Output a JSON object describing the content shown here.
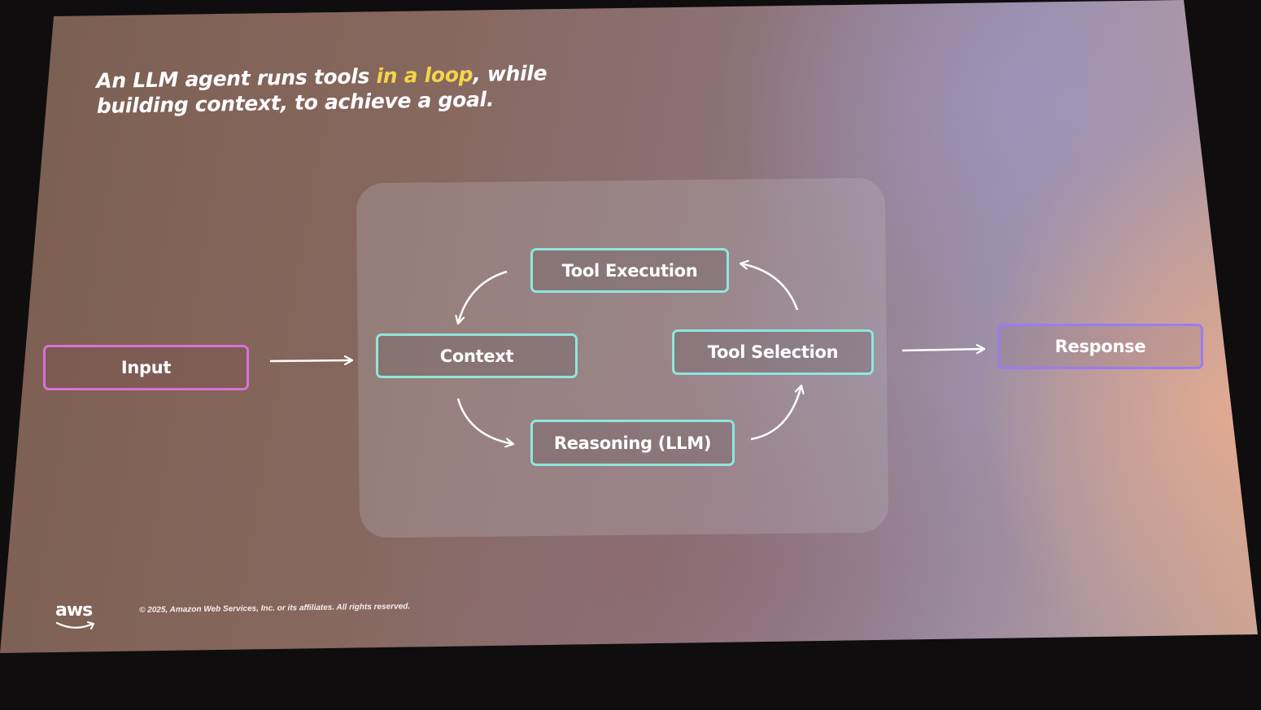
{
  "slide": {
    "title_part1": "An LLM agent runs tools ",
    "title_highlight": "in a loop",
    "title_part2": ", while building context, to achieve a goal.",
    "highlight_color": "#f5d54a"
  },
  "diagram": {
    "input_label": "Input",
    "response_label": "Response",
    "loop_nodes": {
      "tool_execution": "Tool Execution",
      "context": "Context",
      "tool_selection": "Tool Selection",
      "reasoning": "Reasoning (LLM)"
    },
    "colors": {
      "loop_border": "#8fe6dc",
      "input_border": "#d872d8",
      "response_border": "#9a7cf3"
    }
  },
  "footer": {
    "logo_text": "aws",
    "copyright": "© 2025, Amazon Web Services, Inc. or its affiliates. All rights reserved."
  }
}
